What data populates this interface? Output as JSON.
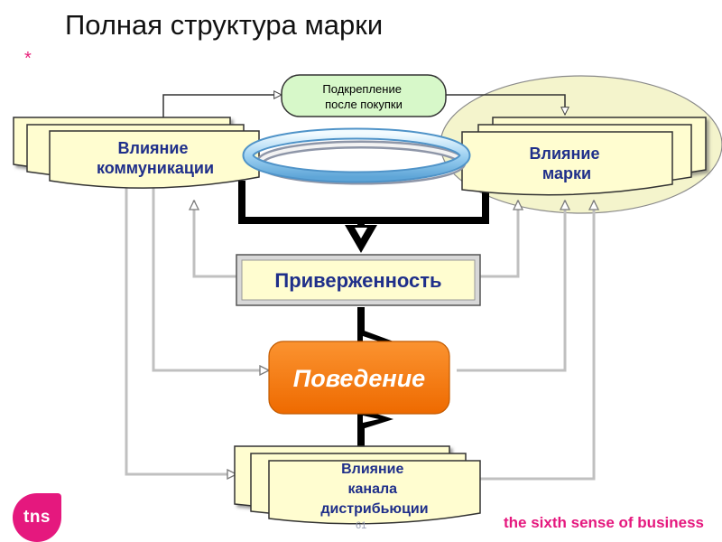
{
  "slide": {
    "title": "Полная структура марки",
    "bullet": "*",
    "page_number": "61",
    "logo_text": "tns",
    "tagline": "the sixth sense of business"
  },
  "diagram": {
    "nodes": {
      "communication": [
        "Влияние",
        "коммуникации"
      ],
      "brand": [
        "Влияние",
        "марки"
      ],
      "reinforcement": [
        "Подкрепление",
        "после покупки"
      ],
      "commitment": "Приверженность",
      "behavior": "Поведение",
      "channel": [
        "Влияние",
        "канала",
        "дистрибьюции"
      ]
    }
  },
  "colors": {
    "card_fill": "#fffdd0",
    "card_border": "#333333",
    "text_blue": "#1f2f8a",
    "behavior_orange": "#f57c0a",
    "reinforcement_green": "#d7f8c9",
    "brand_ellipse": "#f4f4cc",
    "connector_gray": "#c0c0c0",
    "brand_pink": "#e5187e"
  }
}
